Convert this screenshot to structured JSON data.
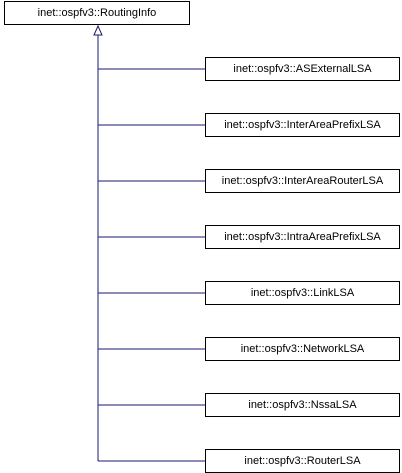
{
  "diagram": {
    "base_class": {
      "label": "inet::ospfv3::RoutingInfo"
    },
    "derived_classes": [
      {
        "label": "inet::ospfv3::ASExternalLSA"
      },
      {
        "label": "inet::ospfv3::InterAreaPrefixLSA"
      },
      {
        "label": "inet::ospfv3::InterAreaRouterLSA"
      },
      {
        "label": "inet::ospfv3::IntraAreaPrefixLSA"
      },
      {
        "label": "inet::ospfv3::LinkLSA"
      },
      {
        "label": "inet::ospfv3::NetworkLSA"
      },
      {
        "label": "inet::ospfv3::NssaLSA"
      },
      {
        "label": "inet::ospfv3::RouterLSA"
      }
    ],
    "colors": {
      "connector": "#191970",
      "border": "#000000",
      "background": "#ffffff"
    }
  }
}
